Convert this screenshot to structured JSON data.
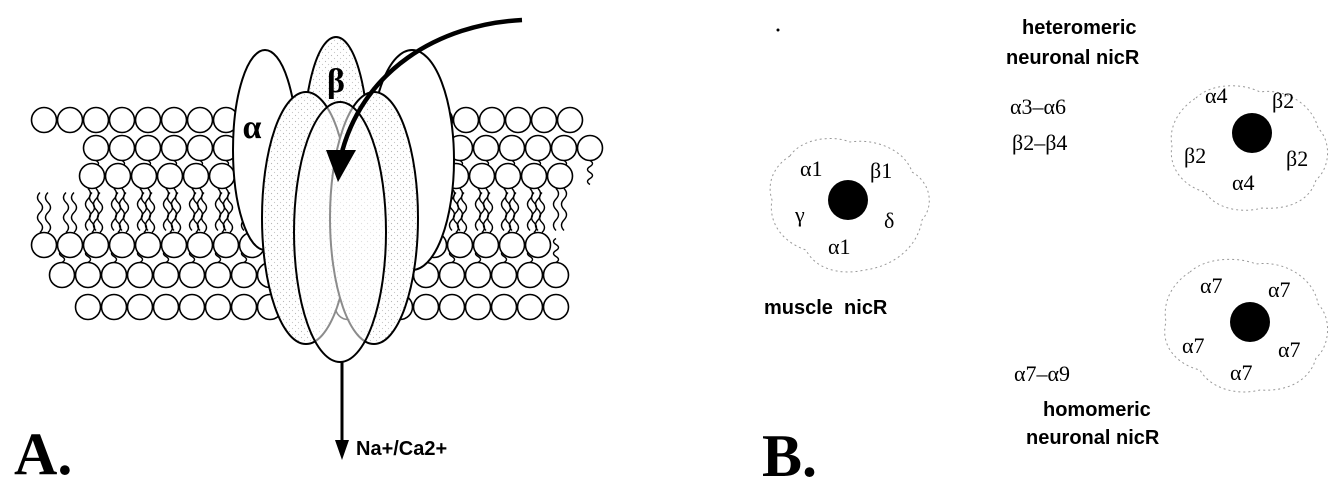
{
  "panel_a": {
    "label": "A.",
    "subunit_alpha": "α",
    "subunit_beta": "β",
    "ion_flow": "Na+/Ca2+"
  },
  "panel_b": {
    "label": "B.",
    "muscle": {
      "caption": "muscle  nicR",
      "subunits": {
        "top_left": "α1",
        "top_right": "β1",
        "left": "γ",
        "right": "δ",
        "bottom": "α1"
      }
    },
    "heteromeric": {
      "title_line1": "heteromeric",
      "title_line2": "neuronal nicR",
      "alpha_range": "α3–α6",
      "beta_range": "β2–β4",
      "subunits": {
        "top_left": "α4",
        "top_right": "β2",
        "left": "β2",
        "right": "β2",
        "bottom": "α4"
      }
    },
    "homomeric": {
      "title_line1": "homomeric",
      "title_line2": "neuronal nicR",
      "alpha_range": "α7–α9",
      "subunits": {
        "top_left": "α7",
        "top_right": "α7",
        "left": "α7",
        "right": "α7",
        "bottom": "α7"
      }
    }
  }
}
